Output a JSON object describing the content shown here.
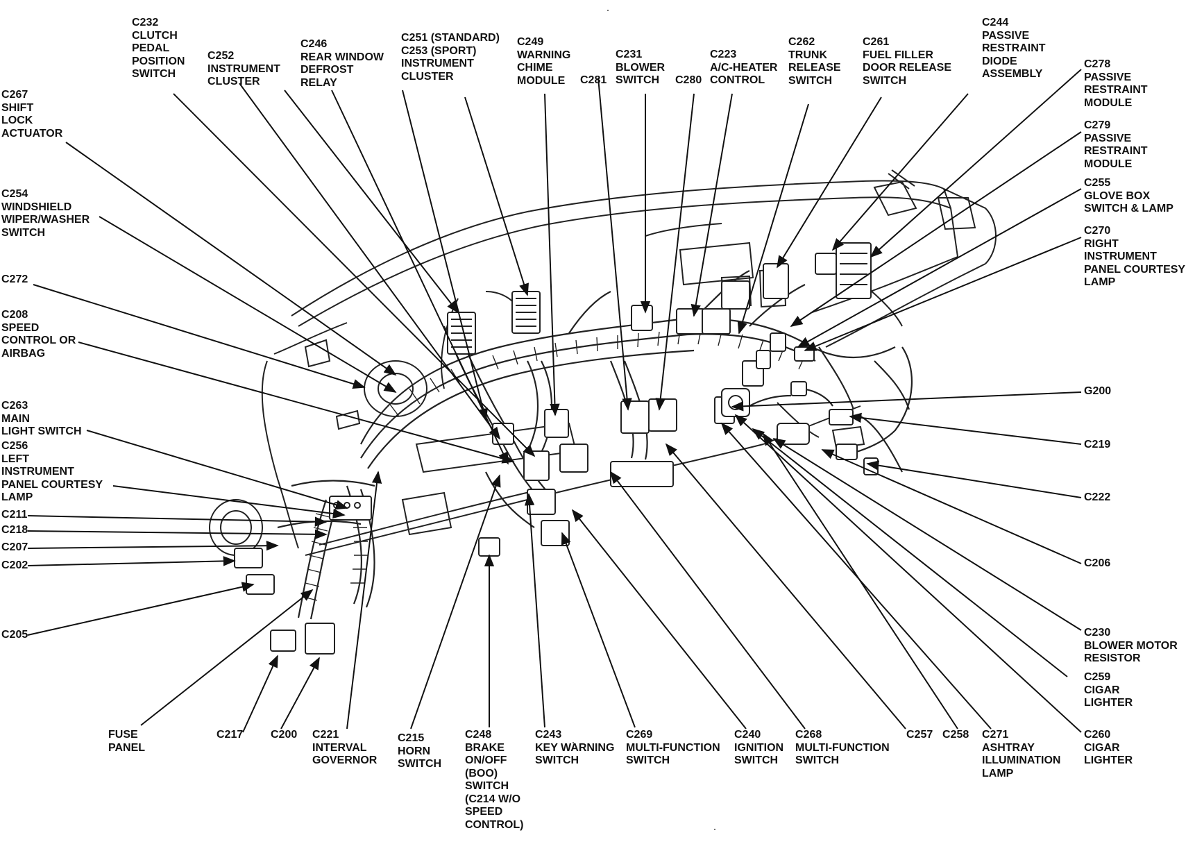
{
  "labels": {
    "c232": "C232\nCLUTCH\nPEDAL\nPOSITION\nSWITCH",
    "c252": "C252\nINSTRUMENT\nCLUSTER",
    "c246": "C246\nREAR WINDOW\nDEFROST\nRELAY",
    "c251": "C251 (STANDARD)\nC253 (SPORT)\nINSTRUMENT\nCLUSTER",
    "c249": "C249\nWARNING\nCHIME\nMODULE",
    "c281": "C281",
    "c231": "C231\nBLOWER\nSWITCH",
    "c280": "C280",
    "c223": "C223\nA/C-HEATER\nCONTROL",
    "c262": "C262\nTRUNK\nRELEASE\nSWITCH",
    "c261": "C261\nFUEL FILLER\nDOOR RELEASE\nSWITCH",
    "c244": "C244\nPASSIVE\nRESTRAINT\nDIODE\nASSEMBLY",
    "c278": "C278\nPASSIVE\nRESTRAINT\nMODULE",
    "c279": "C279\nPASSIVE\nRESTRAINT\nMODULE",
    "c255": "C255\nGLOVE BOX\nSWITCH & LAMP",
    "c270": "C270\nRIGHT\nINSTRUMENT\nPANEL COURTESY\nLAMP",
    "c267": "C267\nSHIFT\nLOCK\nACTUATOR",
    "c254": "C254\nWINDSHIELD\nWIPER/WASHER\nSWITCH",
    "c272": "C272",
    "c208": "C208\nSPEED\nCONTROL OR\nAIRBAG",
    "c263": "C263\nMAIN\nLIGHT SWITCH",
    "c256": "C256\nLEFT\nINSTRUMENT\nPANEL COURTESY\nLAMP",
    "c211": "C211",
    "c218": "C218",
    "c207": "C207",
    "c202": "C202",
    "c205": "C205",
    "g200": "G200",
    "c219": "C219",
    "c222": "C222",
    "c206": "C206",
    "c230": "C230\nBLOWER MOTOR\nRESISTOR",
    "c259": "C259\nCIGAR\nLIGHTER",
    "c260": "C260\nCIGAR\nLIGHTER",
    "fuse_panel": "FUSE\nPANEL",
    "c217": "C217",
    "c200": "C200",
    "c221": "C221\nINTERVAL\nGOVERNOR",
    "c215": "C215\nHORN\nSWITCH",
    "c248": "C248\nBRAKE\nON/OFF\n(BOO)\nSWITCH\n(C214 W/O\nSPEED\nCONTROL)",
    "c243": "C243\nKEY WARNING\nSWITCH",
    "c269": "C269\nMULTI-FUNCTION\nSWITCH",
    "c240": "C240\nIGNITION\nSWITCH",
    "c268": "C268\nMULTI-FUNCTION\nSWITCH",
    "c257": "C257",
    "c258": "C258",
    "c271": "C271\nASHTRAY\nILLUMINATION\nLAMP"
  }
}
